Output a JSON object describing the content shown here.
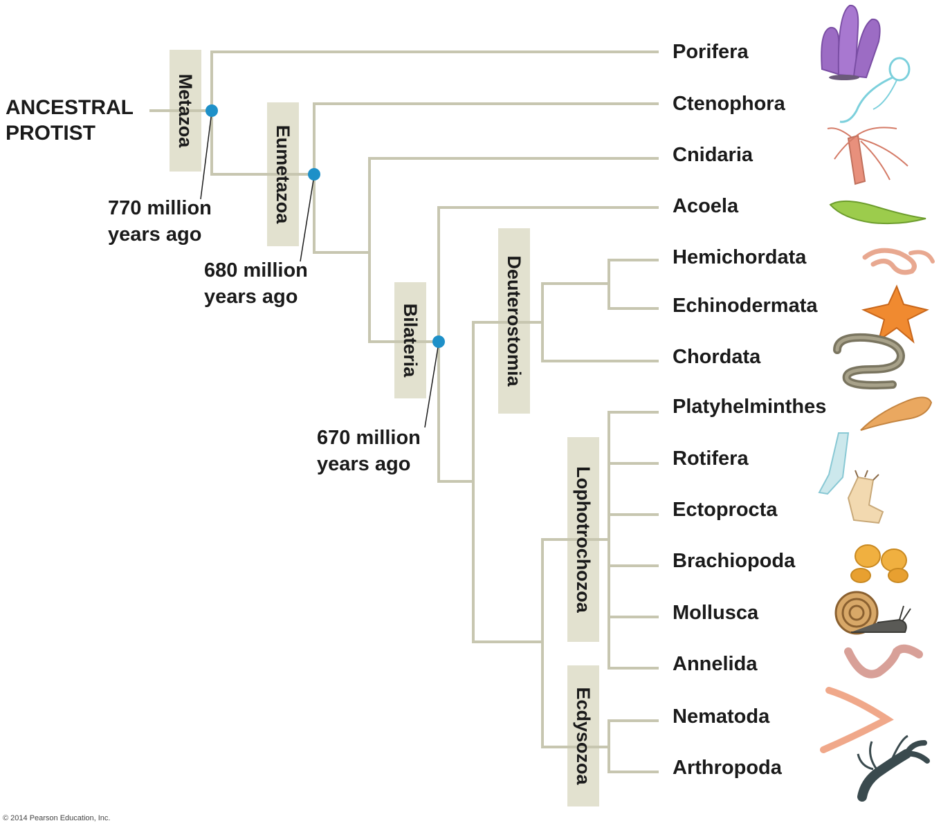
{
  "root_label": [
    "ANCESTRAL",
    "PROTIST"
  ],
  "taxa": [
    {
      "name": "Porifera",
      "icon": "sponge-icon"
    },
    {
      "name": "Ctenophora",
      "icon": "comb-jelly-icon"
    },
    {
      "name": "Cnidaria",
      "icon": "jellyfish-icon"
    },
    {
      "name": "Acoela",
      "icon": "flatworm-acoel-icon"
    },
    {
      "name": "Hemichordata",
      "icon": "acorn-worm-icon"
    },
    {
      "name": "Echinodermata",
      "icon": "sea-star-icon"
    },
    {
      "name": "Chordata",
      "icon": "lamprey-icon"
    },
    {
      "name": "Platyhelminthes",
      "icon": "flatworm-icon"
    },
    {
      "name": "Rotifera",
      "icon": "rotifer-icon"
    },
    {
      "name": "Ectoprocta",
      "icon": "bryozoan-icon"
    },
    {
      "name": "Brachiopoda",
      "icon": "lamp-shell-icon"
    },
    {
      "name": "Mollusca",
      "icon": "snail-icon"
    },
    {
      "name": "Annelida",
      "icon": "earthworm-icon"
    },
    {
      "name": "Nematoda",
      "icon": "roundworm-icon"
    },
    {
      "name": "Arthropoda",
      "icon": "lobster-icon"
    }
  ],
  "clades": {
    "metazoa": "Metazoa",
    "eumetazoa": "Eumetazoa",
    "bilateria": "Bilateria",
    "deuterostomia": "Deuterostomia",
    "lophotrochozoa": "Lophotrochozoa",
    "ecdysozoa": "Ecdysozoa"
  },
  "time_labels": {
    "t770": [
      "770 million",
      "years ago"
    ],
    "t680": [
      "680 million",
      "years ago"
    ],
    "t670": [
      "670 million",
      "years ago"
    ]
  },
  "colors": {
    "branch": "#c7c6b0",
    "clade_box": "#e2e1cf",
    "node_dot": "#1e90c8"
  },
  "copyright": "© 2014 Pearson Education, Inc."
}
